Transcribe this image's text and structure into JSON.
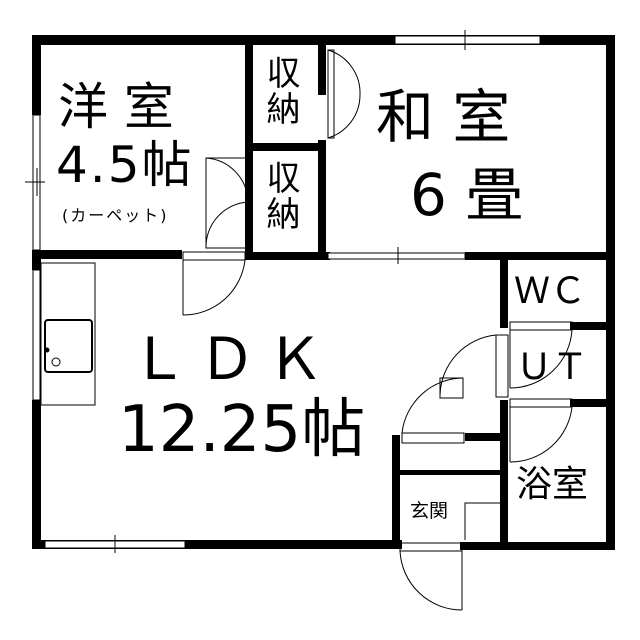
{
  "rooms": {
    "western_room": {
      "name": "洋 室",
      "size": "4.5帖",
      "note": "(カーペット)"
    },
    "storage_1": {
      "name": "収納"
    },
    "storage_2": {
      "name": "収納"
    },
    "japanese_room": {
      "name": "和 室",
      "size": "6 畳"
    },
    "ldk": {
      "name": "ＬＤＫ",
      "size": "12.25帖"
    },
    "wc": {
      "name": "ＷＣ"
    },
    "ut": {
      "name": "ＵＴ"
    },
    "bathroom": {
      "name": "浴室"
    },
    "entrance": {
      "name": "玄関"
    }
  }
}
